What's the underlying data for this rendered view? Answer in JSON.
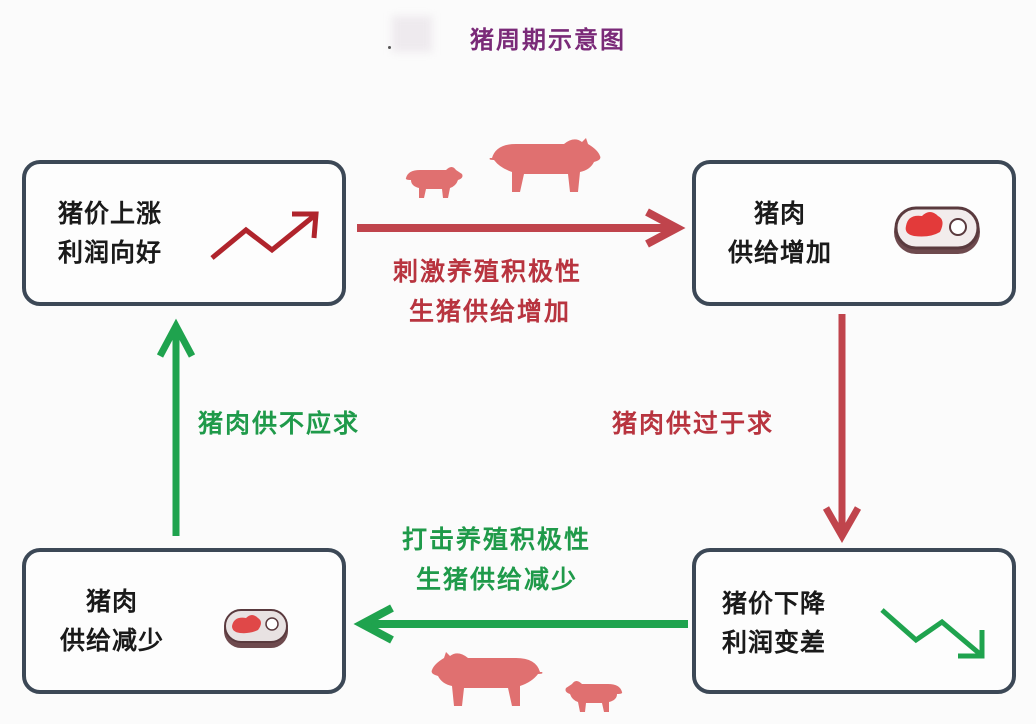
{
  "title": "猪周期示意图",
  "colors": {
    "title": "#7a2a78",
    "box_border": "#3c4856",
    "red_arrow": "#c0444c",
    "red_text": "#b8343f",
    "green_arrow": "#1fa34e",
    "green_text": "#1f9a4a",
    "pig": "#e07070"
  },
  "nodes": {
    "top_left": {
      "line1": "猪价上涨",
      "line2": "利润向好",
      "icon": "trend-up-icon"
    },
    "top_right": {
      "line1": "猪肉",
      "line2": "供给增加",
      "icon": "meat-icon"
    },
    "bottom_right": {
      "line1": "猪价下降",
      "line2": "利润变差",
      "icon": "trend-down-icon"
    },
    "bottom_left": {
      "line1": "猪肉",
      "line2": "供给减少",
      "icon": "meat-icon"
    }
  },
  "edges": {
    "top": {
      "line1": "刺激养殖积极性",
      "line2": "生猪供给增加",
      "direction": "right",
      "color": "red"
    },
    "right": {
      "label": "猪肉供过于求",
      "direction": "down",
      "color": "red"
    },
    "bottom": {
      "line1": "打击养殖积极性",
      "line2": "生猪供给减少",
      "direction": "left",
      "color": "green"
    },
    "left": {
      "label": "猪肉供不应求",
      "direction": "up",
      "color": "green"
    }
  }
}
